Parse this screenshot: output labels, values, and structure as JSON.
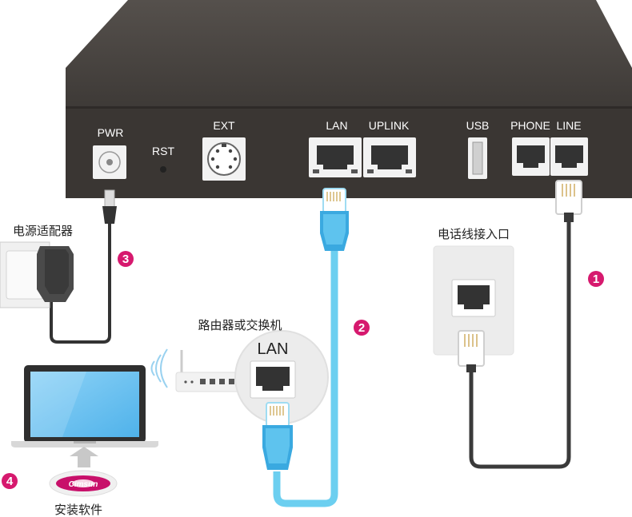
{
  "device": {
    "ports": {
      "pwr": "PWR",
      "rst": "RST",
      "ext": "EXT",
      "lan": "LAN",
      "uplink": "UPLINK",
      "usb": "USB",
      "phone": "PHONE",
      "line": "LINE"
    }
  },
  "labels": {
    "power_adapter": "电源适配器",
    "phone_wall_jack": "电话线接入口",
    "router_switch": "路由器或交换机",
    "router_lan": "LAN",
    "install_software": "安装软件",
    "cd_brand": "Cimsun"
  },
  "steps": {
    "one": "1",
    "two": "2",
    "three": "3",
    "four": "4"
  },
  "colors": {
    "device_body": "#3a3633",
    "device_top": "#4a4643",
    "lan_cable": "#6ccff0",
    "lan_plug": "#3aa9e0",
    "phone_cable": "#3a3a3a",
    "step_badge": "#d6196e",
    "cd_accent": "#c8106a"
  }
}
